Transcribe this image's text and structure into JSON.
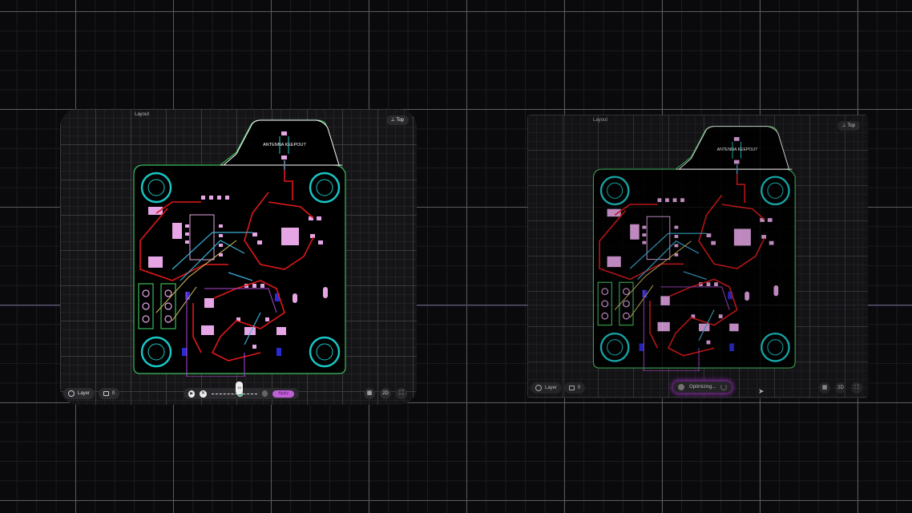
{
  "panels": [
    {
      "title": "Layout",
      "view_label": "Top",
      "layer_label": "Layer",
      "comment_count": "0",
      "apply_label": "Apply",
      "slider_value": "15",
      "slider_progress": 0.62,
      "grid_label": "▦",
      "mode_label": "2D",
      "fullscreen_label": "⛶"
    },
    {
      "title": "Layout",
      "view_label": "Top",
      "layer_label": "Layer",
      "comment_count": "0",
      "status_label": "Optimizing...",
      "grid_label": "▦",
      "mode_label": "2D",
      "fullscreen_label": "⛶"
    }
  ],
  "board": {
    "keepout_label": "ANTENNA KEEPOUT"
  },
  "colors": {
    "outline": "#3dbb5a",
    "hole": "#19c8c8",
    "pad": "#e6a6e6",
    "trace_top": "#e01818",
    "trace_bottom": "#3ab0d8",
    "trace_alt": "#d8c060",
    "accent": "#b04ad0"
  }
}
